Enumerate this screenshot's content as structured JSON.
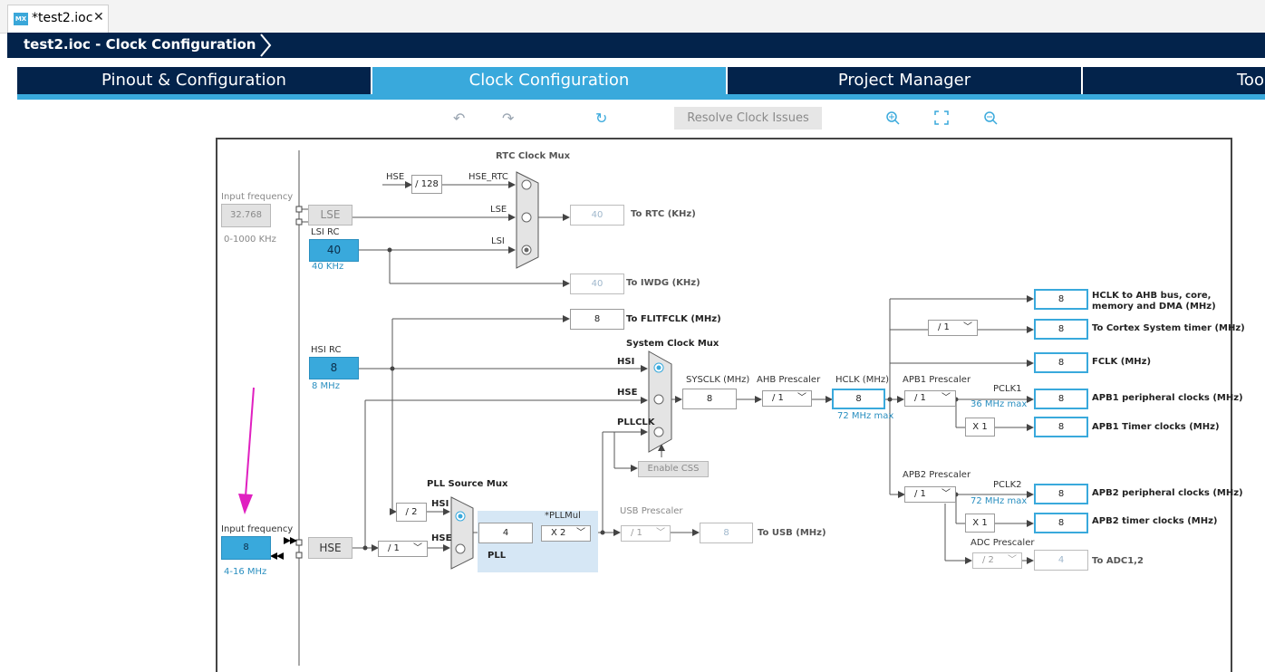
{
  "editor_tab": {
    "logo": "MX",
    "title": "*test2.ioc",
    "close": "✕"
  },
  "breadcrumb": "test2.ioc - Clock Configuration",
  "tabs": [
    "Pinout & Configuration",
    "Clock Configuration",
    "Project Manager",
    "Too"
  ],
  "toolbar": {
    "resolve": "Resolve Clock Issues"
  },
  "lse": {
    "input_label": "Input frequency",
    "value": "32.768",
    "range": "0-1000 KHz",
    "name": "LSE"
  },
  "lsi": {
    "label": "LSI RC",
    "value": "40",
    "unit": "40 KHz"
  },
  "hsi": {
    "label": "HSI RC",
    "value": "8",
    "unit": "8 MHz"
  },
  "hse": {
    "input_label": "Input frequency",
    "value": "8",
    "range": "4-16 MHz",
    "name": "HSE"
  },
  "rtc": {
    "mux_title": "RTC Clock Mux",
    "hse": "HSE",
    "div128": "/ 128",
    "hse_rtc": "HSE_RTC",
    "lse": "LSE",
    "lsi": "LSI",
    "out_value": "40",
    "out_label": "To RTC (KHz)"
  },
  "iwdg": {
    "value": "40",
    "label": "To IWDG (KHz)"
  },
  "flitf": {
    "value": "8",
    "label": "To FLITFCLK (MHz)"
  },
  "sysmux": {
    "title": "System Clock Mux",
    "hsi": "HSI",
    "hse": "HSE",
    "pllclk": "PLLCLK",
    "css": "Enable CSS"
  },
  "sysclk": {
    "label": "SYSCLK (MHz)",
    "value": "8"
  },
  "ahb": {
    "label": "AHB Prescaler",
    "value": "/ 1"
  },
  "hclk": {
    "label": "HCLK (MHz)",
    "value": "8",
    "max": "72 MHz max"
  },
  "pll": {
    "mux_title": "PLL Source Mux",
    "div2": "/ 2",
    "hsi": "HSI",
    "hse": "HSE",
    "hse_div": "/ 1",
    "value": "4",
    "mul_label": "*PLLMul",
    "mul": "X 2",
    "name": "PLL"
  },
  "usb": {
    "label": "USB Prescaler",
    "div": "/ 1",
    "value": "8",
    "out": "To USB (MHz)"
  },
  "outputs": {
    "hclk_ahb": {
      "value": "8",
      "label1": "HCLK to AHB bus, core,",
      "label2": "memory and DMA (MHz)"
    },
    "cortex": {
      "div": "/ 1",
      "value": "8",
      "label": "To Cortex System timer (MHz)"
    },
    "fclk": {
      "value": "8",
      "label": "FCLK (MHz)"
    },
    "apb1": {
      "label": "APB1 Prescaler",
      "div": "/ 1",
      "pclk": "PCLK1",
      "max": "36 MHz max",
      "periph_value": "8",
      "periph_label": "APB1 peripheral clocks (MHz)",
      "mul": "X 1",
      "timer_value": "8",
      "timer_label": "APB1 Timer clocks (MHz)"
    },
    "apb2": {
      "label": "APB2 Prescaler",
      "div": "/ 1",
      "pclk": "PCLK2",
      "max": "72 MHz max",
      "periph_value": "8",
      "periph_label": "APB2 peripheral clocks (MHz)",
      "mul": "X 1",
      "timer_value": "8",
      "timer_label": "APB2 timer clocks (MHz)"
    },
    "adc": {
      "label": "ADC Prescaler",
      "div": "/ 2",
      "value": "4",
      "out": "To ADC1,2"
    }
  },
  "colors": {
    "navy": "#03234b",
    "accent": "#39a9dc",
    "annotation": "#e020c0"
  }
}
